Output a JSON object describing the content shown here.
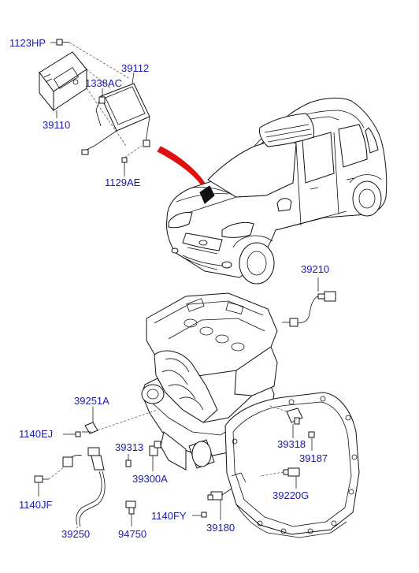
{
  "labels": {
    "p1123HP": "1123HP",
    "p39112": "39112",
    "p1338AC": "1338AC",
    "p39110": "39110",
    "p1129AE": "1129AE",
    "p39210": "39210",
    "p39251A": "39251A",
    "p1140EJ": "1140EJ",
    "p39313": "39313",
    "p39318": "39318",
    "p39187": "39187",
    "p39300A": "39300A",
    "p1140JF": "1140JF",
    "p39220G": "39220G",
    "p1140FY": "1140FY",
    "p39250": "39250",
    "p94750": "94750",
    "p39180": "39180"
  },
  "colors": {
    "label": "#1a1ab0",
    "arrow": "#e01010",
    "line": "#111111"
  }
}
